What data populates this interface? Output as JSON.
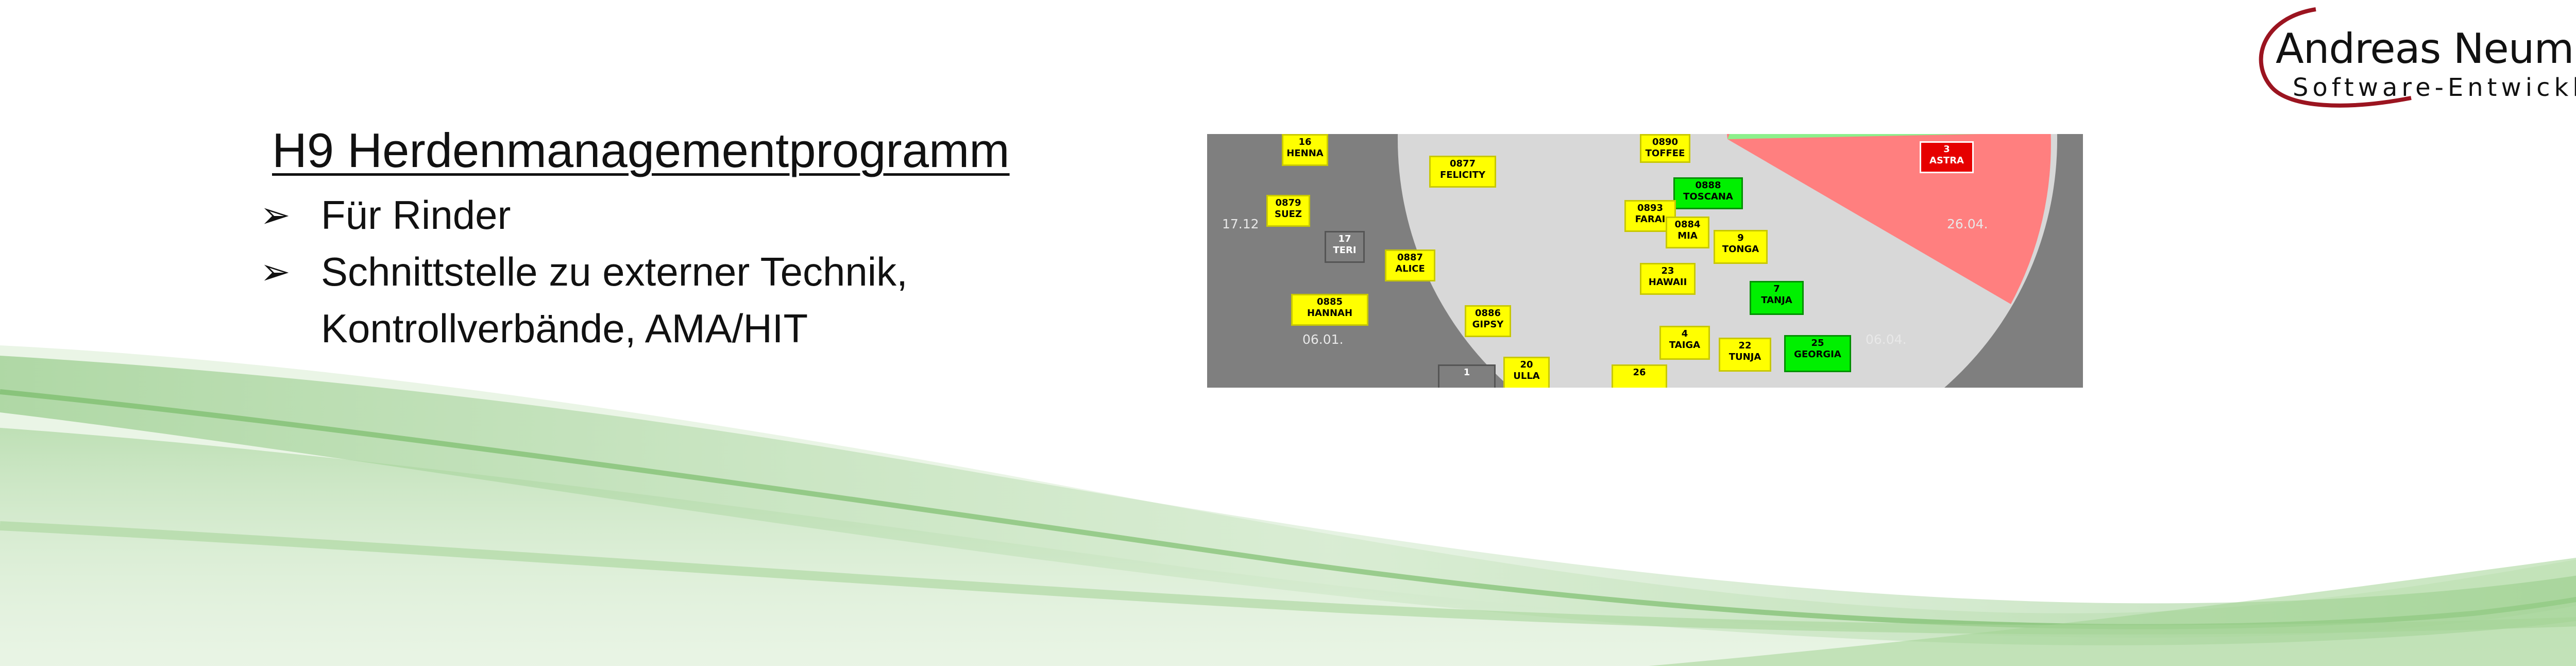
{
  "logo": {
    "name": "Andreas Neumayr",
    "subtitle": "Software-Entwicklung"
  },
  "slide": {
    "title": "H9 Herdenmanagementprogramm",
    "bullets": [
      "Für Rinder",
      "Schnittstelle zu externer Technik,\nKontrollverbände, AMA/HIT"
    ],
    "bullet_marker": "➢"
  },
  "screenshot": {
    "dates": {
      "d1712": "17.12",
      "d0601": "06.01.",
      "d2604": "26.04.",
      "d0604": "06.04."
    },
    "tags": {
      "henna": {
        "number": "16",
        "name": "HENNA"
      },
      "toffee": {
        "number": "0890",
        "name": "TOFFEE"
      },
      "felicity": {
        "number": "0877",
        "name": "FELICITY"
      },
      "astra": {
        "number": "3",
        "name": "ASTRA"
      },
      "toscana": {
        "number": "0888",
        "name": "TOSCANA"
      },
      "suez": {
        "number": "0879",
        "name": "SUEZ"
      },
      "farai": {
        "number": "0893",
        "name": "FARAI"
      },
      "mia": {
        "number": "0884",
        "name": "MIA"
      },
      "teri": {
        "number": "17",
        "name": "TERI"
      },
      "tonga": {
        "number": "9",
        "name": "TONGA"
      },
      "alice": {
        "number": "0887",
        "name": "ALICE"
      },
      "hawaii": {
        "number": "23",
        "name": "HAWAII"
      },
      "hannah": {
        "number": "0885",
        "name": "HANNAH"
      },
      "gipsy": {
        "number": "0886",
        "name": "GIPSY"
      },
      "tanja": {
        "number": "7",
        "name": "TANJA"
      },
      "taiga": {
        "number": "4",
        "name": "TAIGA"
      },
      "tunja": {
        "number": "22",
        "name": "TUNJA"
      },
      "georgia": {
        "number": "25",
        "name": "GEORGIA"
      },
      "t1": {
        "number": "1",
        "name": ""
      },
      "ulla": {
        "number": "20",
        "name": "ULLA"
      },
      "t26": {
        "number": "26",
        "name": ""
      }
    }
  },
  "colors": {
    "accent_green": "#8fca7c",
    "tag_yellow": "#ffff00",
    "tag_green": "#00f000",
    "sector_red": "#ff7f7f"
  }
}
